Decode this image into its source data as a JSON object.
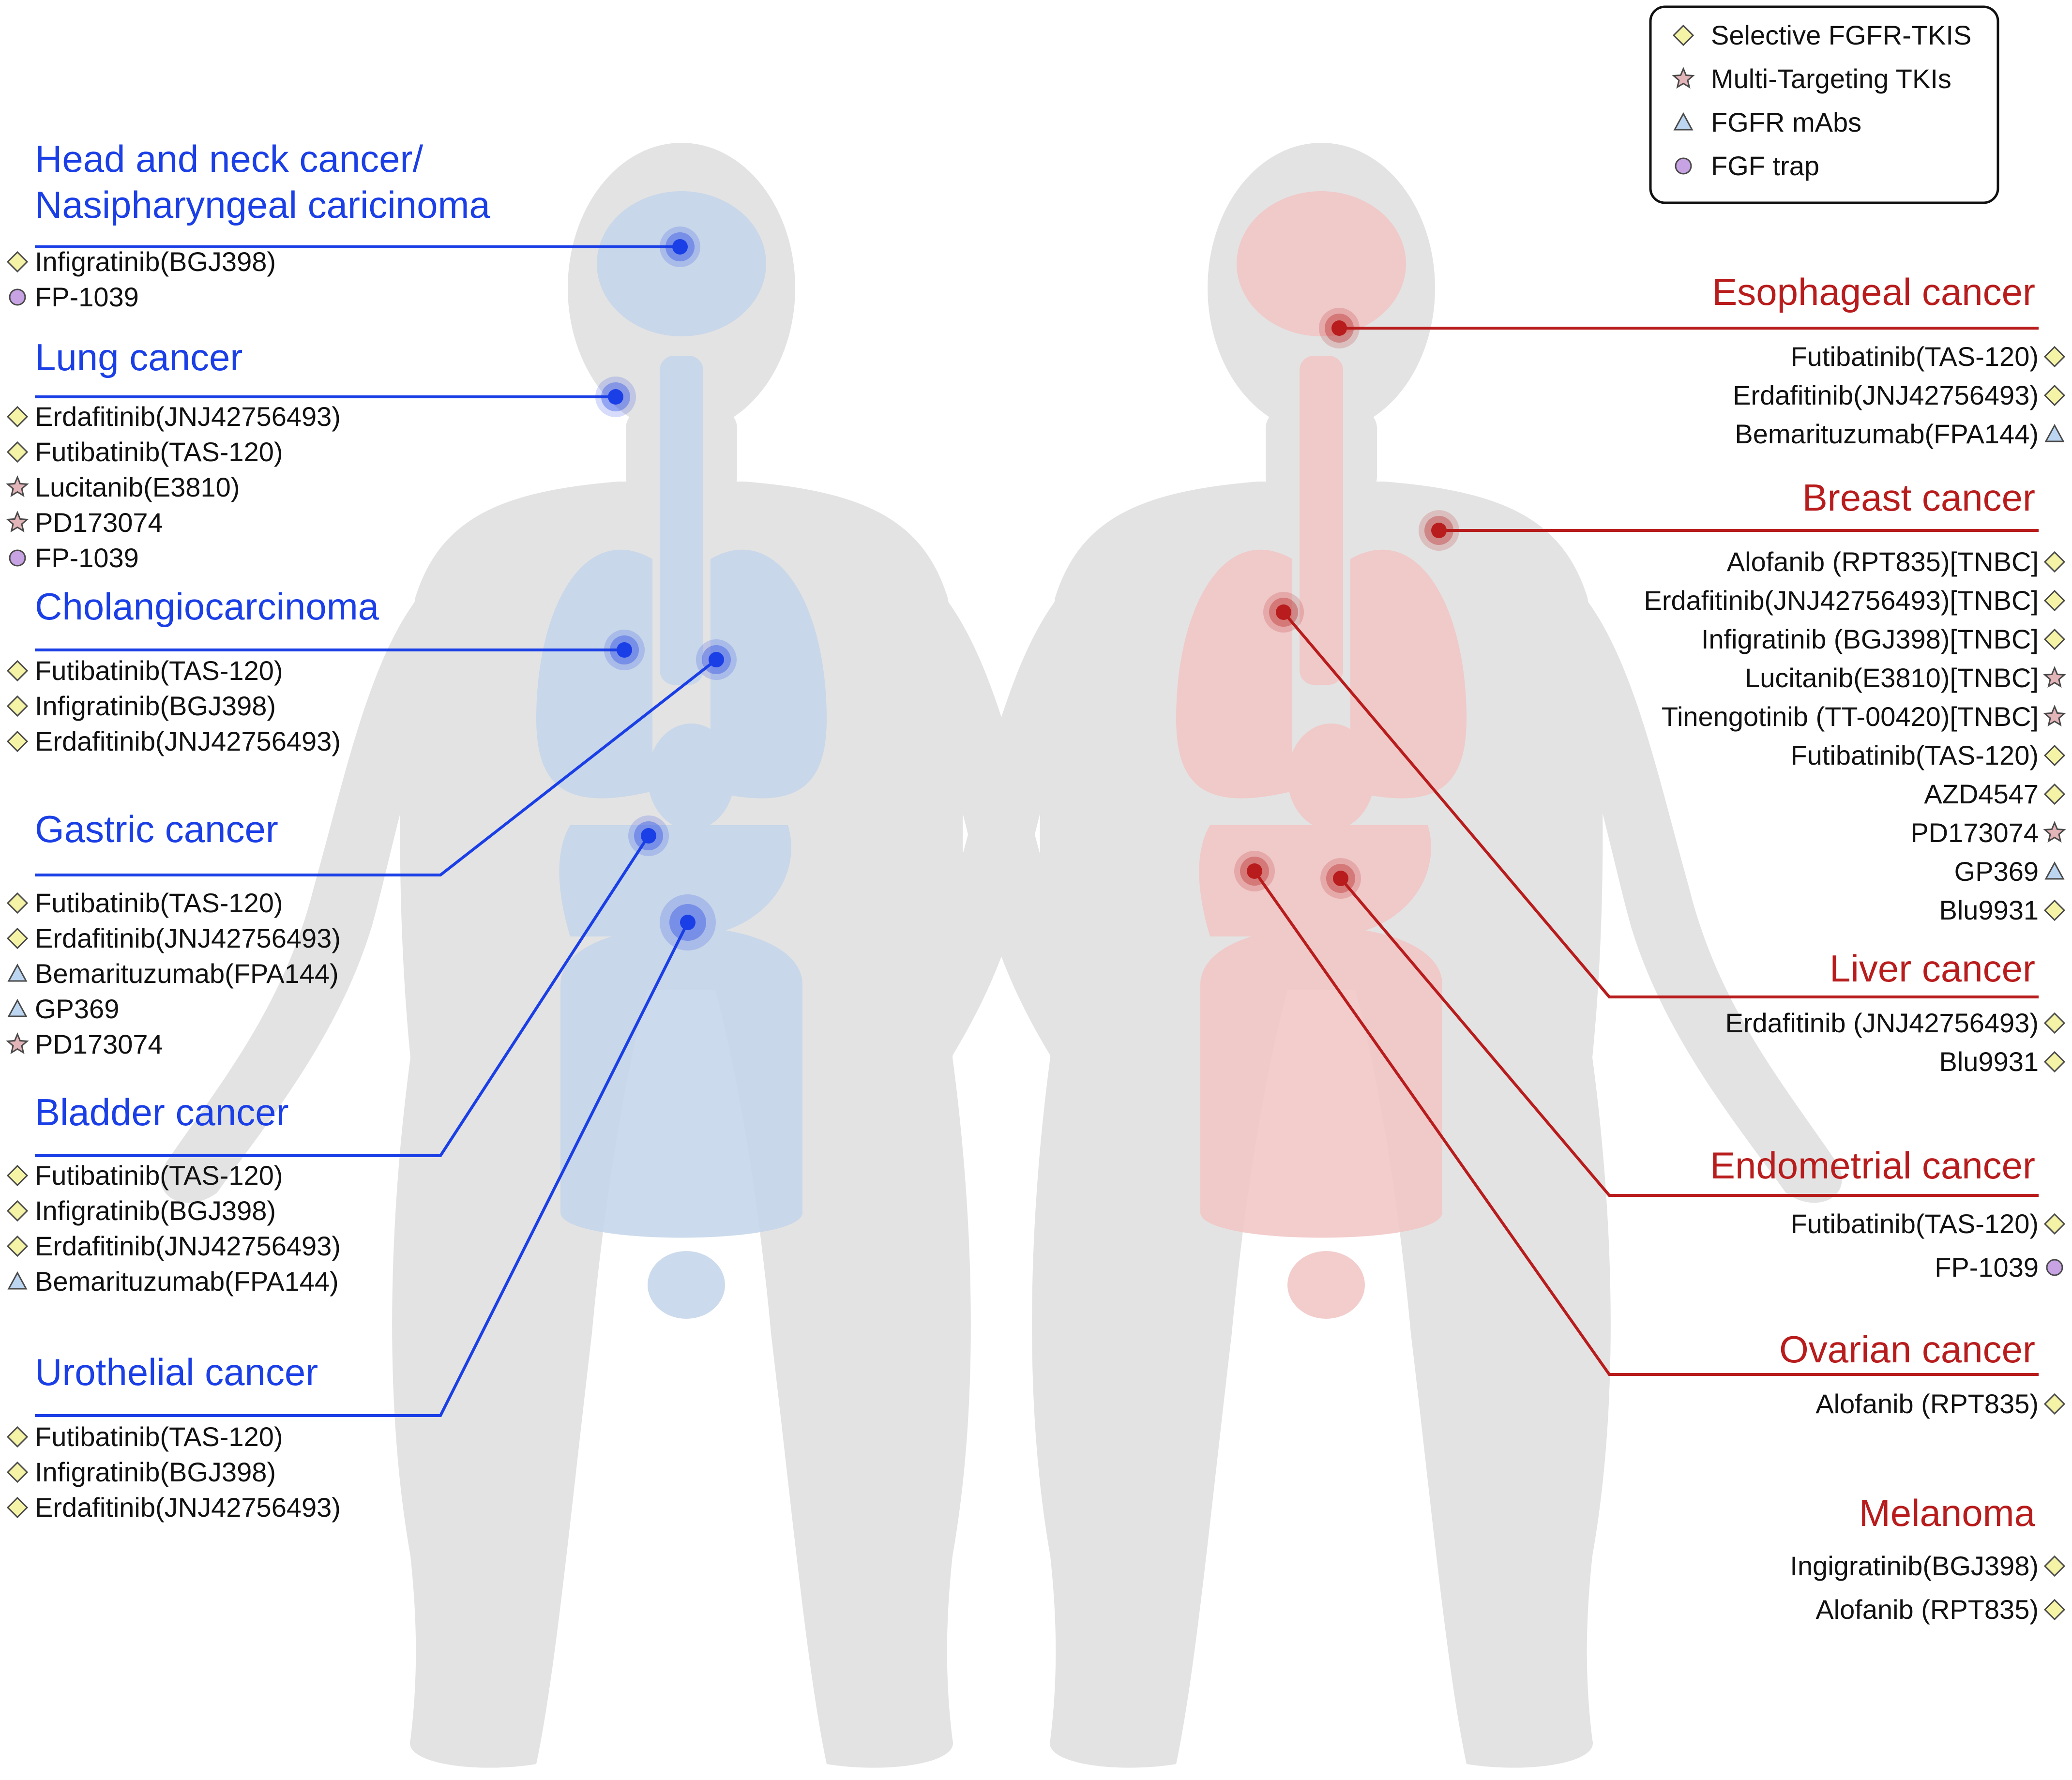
{
  "colors": {
    "left": "#1b3fe6",
    "right": "#b81c1c",
    "body": "#e3e3e3",
    "left_organs": "#c6d6ea",
    "right_organs": "#f2c7c7",
    "selective": "#f4f3a6",
    "multi": "#e3b4b8",
    "mab": "#bcd6f2",
    "trap": "#c8a3e4"
  },
  "legend": [
    {
      "label": "Selective FGFR-TKIS",
      "icon": "diamond-icon",
      "type": "selective"
    },
    {
      "label": "Multi-Targeting TKIs",
      "icon": "star-icon",
      "type": "multi"
    },
    {
      "label": "FGFR mAbs",
      "icon": "triangle-icon",
      "type": "mab"
    },
    {
      "label": "FGF trap",
      "icon": "circle-icon",
      "type": "trap"
    }
  ],
  "left_cancers": [
    {
      "title": [
        "Head and neck cancer/",
        "Nasipharyngeal caricinoma"
      ],
      "drugs": [
        {
          "name": "Infigratinib(BGJ398)",
          "type": "selective"
        },
        {
          "name": "FP-1039",
          "type": "trap"
        }
      ]
    },
    {
      "title": [
        "Lung cancer"
      ],
      "drugs": [
        {
          "name": "Erdafitinib(JNJ42756493)",
          "type": "selective"
        },
        {
          "name": "Futibatinib(TAS-120)",
          "type": "selective"
        },
        {
          "name": "Lucitanib(E3810)",
          "type": "multi"
        },
        {
          "name": "PD173074",
          "type": "multi"
        },
        {
          "name": "FP-1039",
          "type": "trap"
        }
      ]
    },
    {
      "title": [
        "Cholangiocarcinoma"
      ],
      "drugs": [
        {
          "name": "Futibatinib(TAS-120)",
          "type": "selective"
        },
        {
          "name": "Infigratinib(BGJ398)",
          "type": "selective"
        },
        {
          "name": "Erdafitinib(JNJ42756493)",
          "type": "selective"
        }
      ]
    },
    {
      "title": [
        "Gastric cancer"
      ],
      "drugs": [
        {
          "name": "Futibatinib(TAS-120)",
          "type": "selective"
        },
        {
          "name": "Erdafitinib(JNJ42756493)",
          "type": "selective"
        },
        {
          "name": "Bemarituzumab(FPA144)",
          "type": "mab"
        },
        {
          "name": "GP369",
          "type": "mab"
        },
        {
          "name": "PD173074",
          "type": "multi"
        }
      ]
    },
    {
      "title": [
        "Bladder cancer"
      ],
      "drugs": [
        {
          "name": "Futibatinib(TAS-120)",
          "type": "selective"
        },
        {
          "name": "Infigratinib(BGJ398)",
          "type": "selective"
        },
        {
          "name": "Erdafitinib(JNJ42756493)",
          "type": "selective"
        },
        {
          "name": "Bemarituzumab(FPA144)",
          "type": "mab"
        }
      ]
    },
    {
      "title": [
        "Urothelial cancer"
      ],
      "drugs": [
        {
          "name": "Futibatinib(TAS-120)",
          "type": "selective"
        },
        {
          "name": "Infigratinib(BGJ398)",
          "type": "selective"
        },
        {
          "name": "Erdafitinib(JNJ42756493)",
          "type": "selective"
        }
      ]
    }
  ],
  "right_cancers": [
    {
      "title": [
        "Esophageal cancer"
      ],
      "drugs": [
        {
          "name": "Futibatinib(TAS-120)",
          "type": "selective"
        },
        {
          "name": "Erdafitinib(JNJ42756493)",
          "type": "selective"
        },
        {
          "name": "Bemarituzumab(FPA144)",
          "type": "mab"
        }
      ]
    },
    {
      "title": [
        "Breast cancer"
      ],
      "drugs": [
        {
          "name": "Alofanib (RPT835)[TNBC]",
          "type": "selective"
        },
        {
          "name": "Erdafitinib(JNJ42756493)[TNBC]",
          "type": "selective"
        },
        {
          "name": "Infigratinib (BGJ398)[TNBC]",
          "type": "selective"
        },
        {
          "name": "Lucitanib(E3810)[TNBC]",
          "type": "multi"
        },
        {
          "name": "Tinengotinib (TT-00420)[TNBC]",
          "type": "multi"
        },
        {
          "name": "Futibatinib(TAS-120)",
          "type": "selective"
        },
        {
          "name": "AZD4547",
          "type": "selective"
        },
        {
          "name": "PD173074",
          "type": "multi"
        },
        {
          "name": "GP369",
          "type": "mab"
        },
        {
          "name": "Blu9931",
          "type": "selective"
        }
      ]
    },
    {
      "title": [
        "Liver cancer"
      ],
      "drugs": [
        {
          "name": "Erdafitinib (JNJ42756493)",
          "type": "selective"
        },
        {
          "name": "Blu9931",
          "type": "selective"
        }
      ]
    },
    {
      "title": [
        "Endometrial cancer"
      ],
      "drugs": [
        {
          "name": "Futibatinib(TAS-120)",
          "type": "selective"
        },
        {
          "name": "FP-1039",
          "type": "trap"
        }
      ]
    },
    {
      "title": [
        "Ovarian cancer"
      ],
      "drugs": [
        {
          "name": "Alofanib (RPT835)",
          "type": "selective"
        }
      ]
    },
    {
      "title": [
        "Melanoma"
      ],
      "drugs": [
        {
          "name": "Ingigratinib(BGJ398)",
          "type": "selective"
        },
        {
          "name": "Alofanib (RPT835)",
          "type": "selective"
        }
      ]
    }
  ]
}
